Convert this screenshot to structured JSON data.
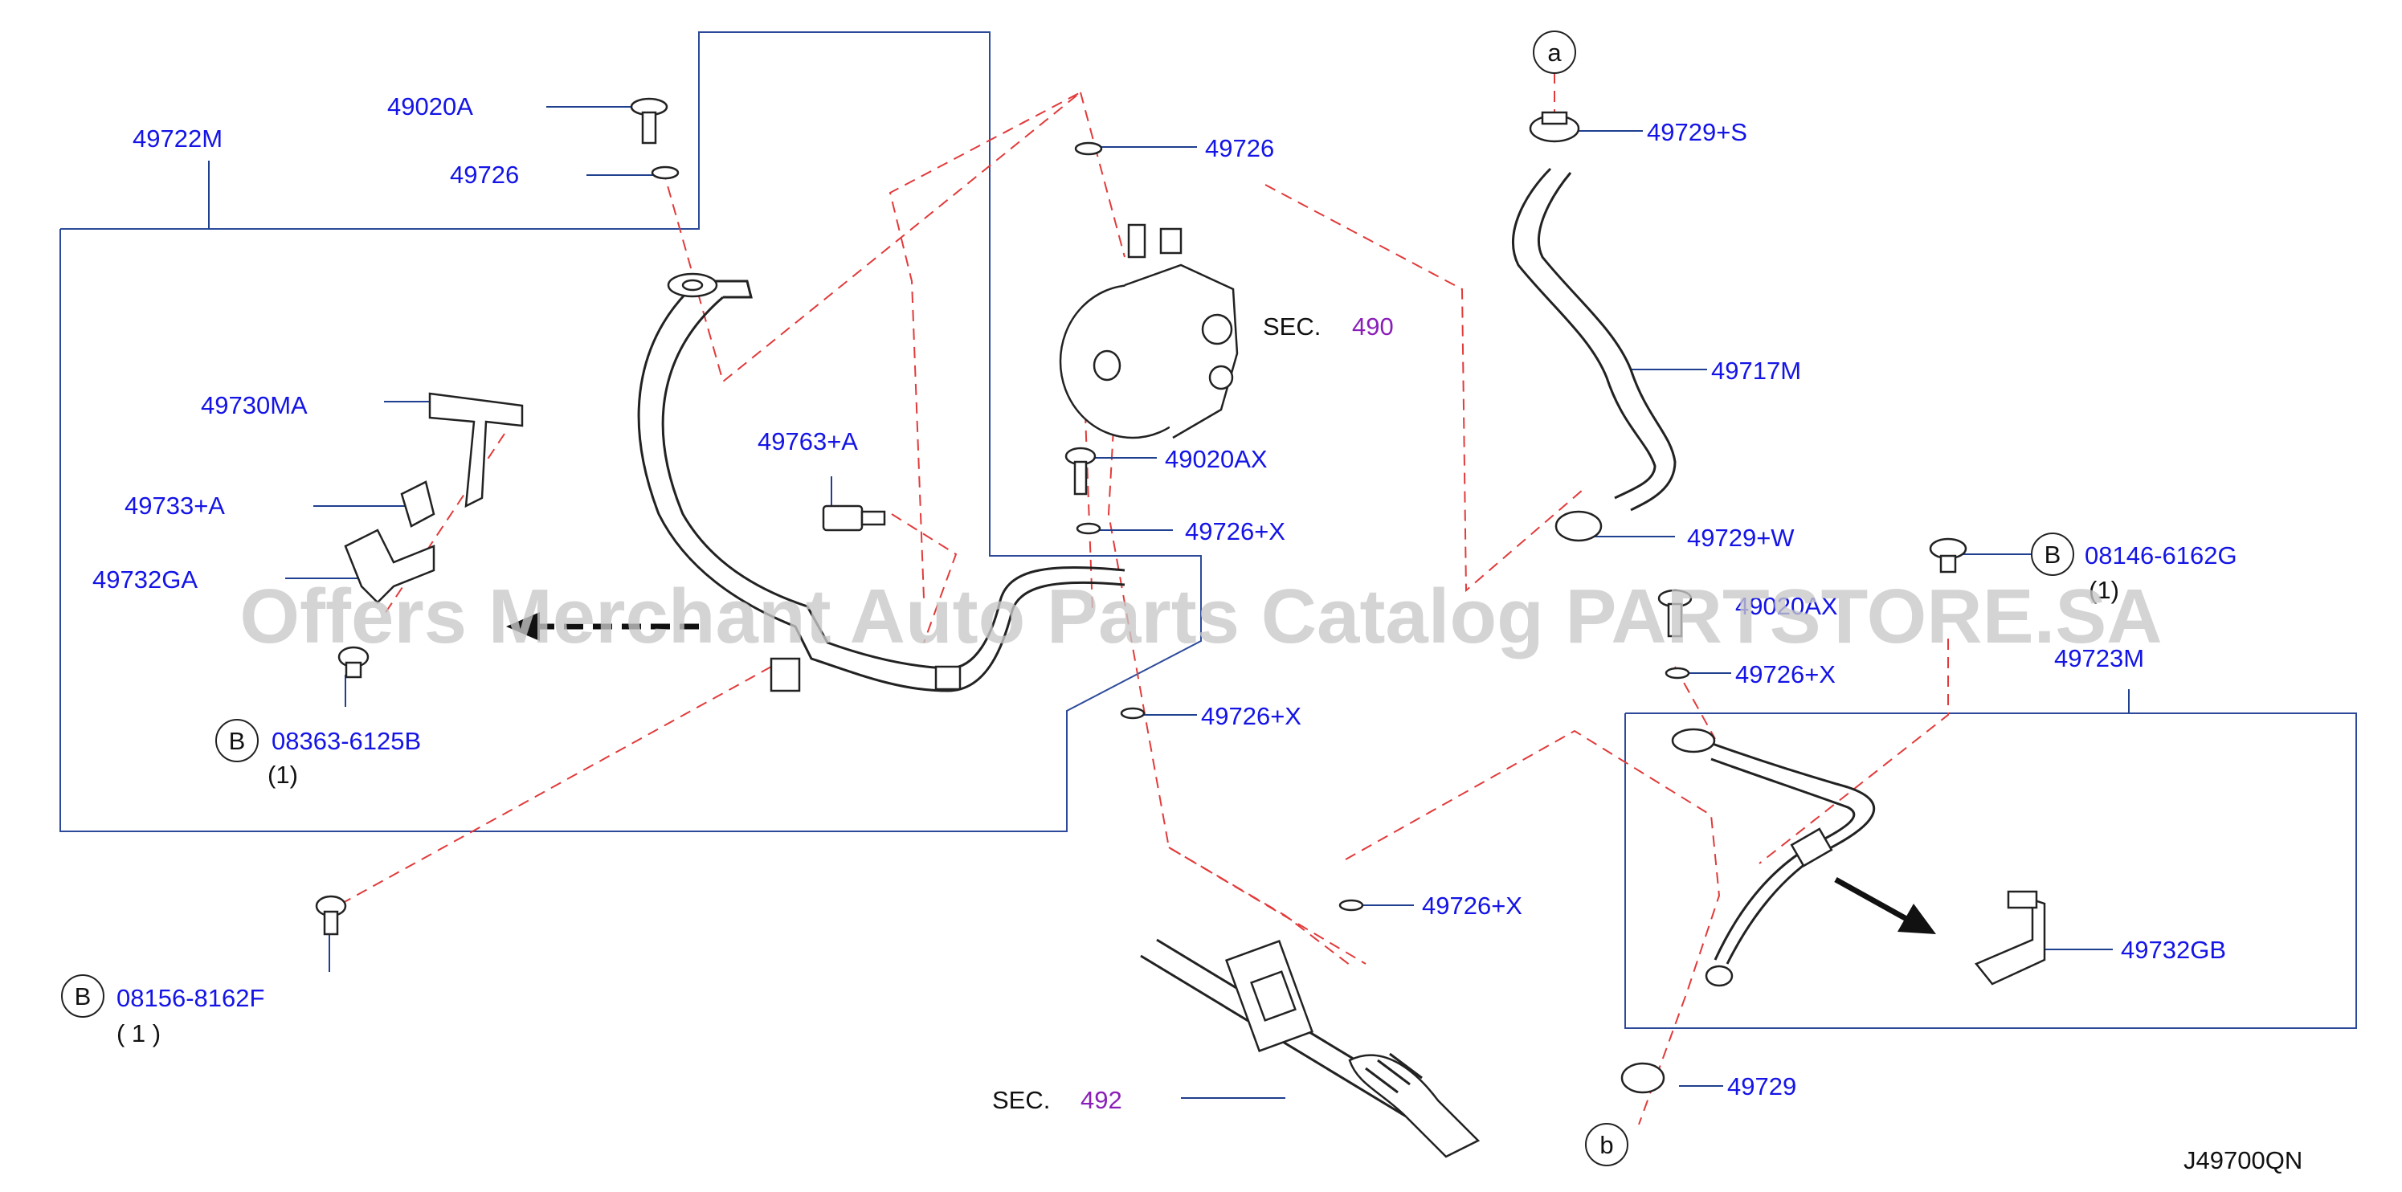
{
  "labels": {
    "p49722M": "49722M",
    "p49020A": "49020A",
    "p49726_top": "49726",
    "p49726_mid": "49726",
    "p49730MA": "49730MA",
    "p49733A": "49733+A",
    "p49732GA": "49732GA",
    "p08363": "08363-6125B",
    "p08363_qty": "(1)",
    "p49763A": "49763+A",
    "p49020AX_a": "49020AX",
    "p49726X_a": "49726+X",
    "p49726X_b": "49726+X",
    "p49726X_c": "49726+X",
    "p49726X_d": "49726+X",
    "p49729S": "49729+S",
    "p49717M": "49717M",
    "p49729W": "49729+W",
    "p08146": "08146-6162G",
    "p08146_qty": "(1)",
    "p49020AX_b": "49020AX",
    "p49723M": "49723M",
    "p49732GB": "49732GB",
    "p49729": "49729",
    "p08156": "08156-8162F",
    "p08156_qty": "( 1 )",
    "sec490_prefix": "SEC.",
    "sec490_num": "490",
    "sec492_prefix": "SEC.",
    "sec492_num": "492",
    "ref_a": "a",
    "ref_b": "b",
    "bolt_b": "B",
    "diagram_code": "J49700QN"
  },
  "watermark": "Offers Merchant Auto Parts Catalog PARTSTORE.SA",
  "colors": {
    "part_number": "#1414e6",
    "section_number": "#8a1fb8",
    "dashed_line": "#e23a3a",
    "frame_line": "#2d4a9a",
    "watermark": "#c9c9c9"
  }
}
